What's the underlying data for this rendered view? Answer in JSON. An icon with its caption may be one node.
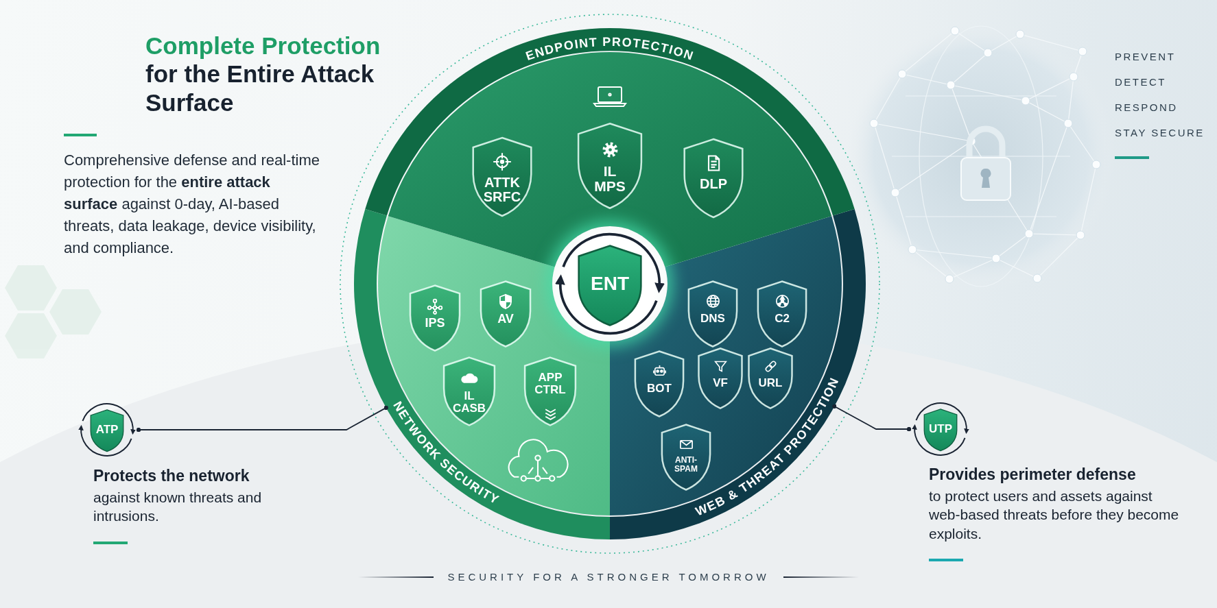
{
  "diagram": {
    "title": "Complete Protection for the Entire Attack Surface",
    "caption": "SECURITY FOR A STRONGER TOMORROW",
    "nodes": [
      {
        "text": [
          "ENDPOINT PROTECTION"
        ]
      },
      {
        "text": [
          "ATTK SRFC"
        ],
        "in": 0
      },
      {
        "text": [
          "IL MPS"
        ],
        "in": 0
      },
      {
        "text": [
          "DLP"
        ],
        "in": 0
      },
      {
        "text": [
          "NETWORK SECURITY"
        ]
      },
      {
        "text": [
          "IPS"
        ],
        "in": 4
      },
      {
        "text": [
          "AV"
        ],
        "in": 4
      },
      {
        "text": [
          "IL CASB"
        ],
        "in": 4
      },
      {
        "text": [
          "APP CTRL"
        ],
        "in": 4
      },
      {
        "text": [
          "WEB & THREAT PROTECTION"
        ]
      },
      {
        "text": [
          "DNS"
        ],
        "in": 9
      },
      {
        "text": [
          "C2"
        ],
        "in": 9
      },
      {
        "text": [
          "BOT"
        ],
        "in": 9
      },
      {
        "text": [
          "VF"
        ],
        "in": 9
      },
      {
        "text": [
          "URL"
        ],
        "in": 9
      },
      {
        "text": [
          "ANTI-SPAM"
        ],
        "in": 9
      },
      {
        "text": [
          "ENT"
        ]
      },
      {
        "text": [
          "ATP"
        ],
        "beside": [
          "Protects the network",
          "against known threats and intrusions."
        ]
      },
      {
        "text": [
          "UTP"
        ],
        "beside": [
          "Provides perimeter defense",
          "to protect users and assets against web-based threats before they become exploits."
        ]
      }
    ],
    "edges": [
      {
        "from": 17,
        "to": 4,
        "arrow": "other"
      },
      {
        "from": 18,
        "to": 9,
        "arrow": "other"
      }
    ],
    "labels": [
      "Comprehensive defense and real-time protection for the **entire attack surface** against 0-day, AI-based threats, data leakage, device visibility, and compliance.",
      "PREVENT",
      "DETECT",
      "RESPOND",
      "STAY SECURE"
    ]
  }
}
